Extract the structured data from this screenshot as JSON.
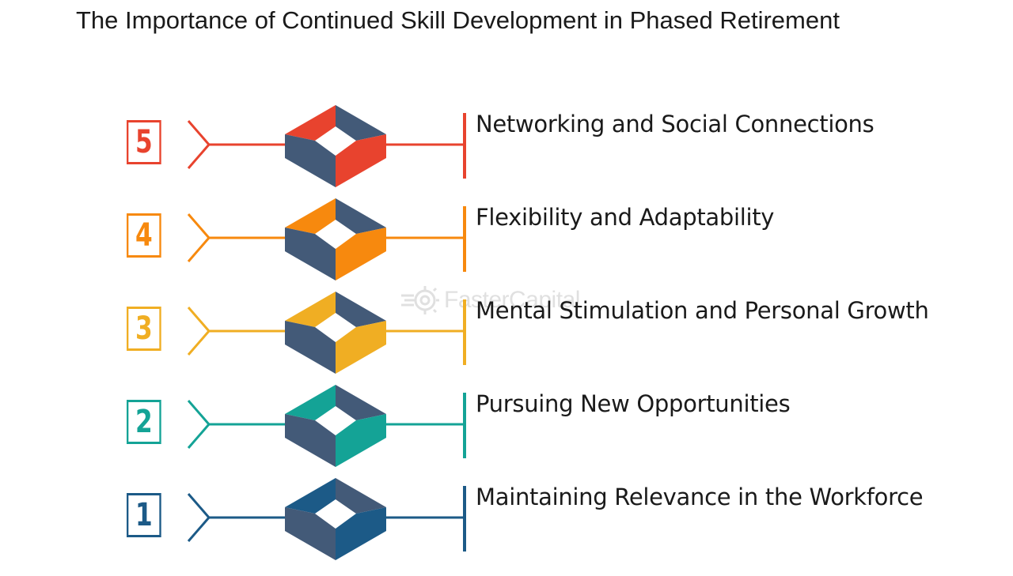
{
  "title": "The Importance of Continued Skill Development in Phased Retirement",
  "watermark": {
    "text": "FasterCapital",
    "icon": "gear-logo"
  },
  "colors": {
    "dark": "#435a78",
    "text": "#1a1a1a"
  },
  "steps": [
    {
      "number": "5",
      "label": "Networking and Social Connections",
      "color": "#e8432e"
    },
    {
      "number": "4",
      "label": "Flexibility and Adaptability",
      "color": "#f7890e"
    },
    {
      "number": "3",
      "label": "Mental Stimulation and Personal Growth",
      "color": "#f0ae23"
    },
    {
      "number": "2",
      "label": "Pursuing New Opportunities",
      "color": "#14a396"
    },
    {
      "number": "1",
      "label": "Maintaining Relevance in the Workforce",
      "color": "#1c5a87"
    }
  ]
}
